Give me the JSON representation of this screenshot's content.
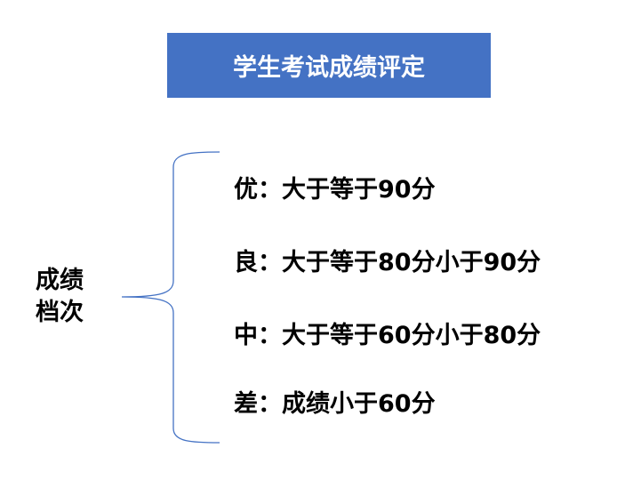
{
  "title": "学生考试成绩评定",
  "category_label": {
    "line1": "成绩",
    "line2": "档次"
  },
  "grades": [
    {
      "level": "优",
      "separator": "：",
      "criterion": "大于等于90分"
    },
    {
      "level": "良",
      "separator": "：",
      "criterion": "大于等于80分小于90分"
    },
    {
      "level": "中",
      "separator": "：",
      "criterion": "大于等于60分小于80分"
    },
    {
      "level": "差",
      "separator": "：",
      "criterion": "成绩小于60分"
    }
  ],
  "colors": {
    "title_background": "#4472c4",
    "title_text": "#ffffff",
    "brace": "#4472c4",
    "body_text": "#000000"
  }
}
